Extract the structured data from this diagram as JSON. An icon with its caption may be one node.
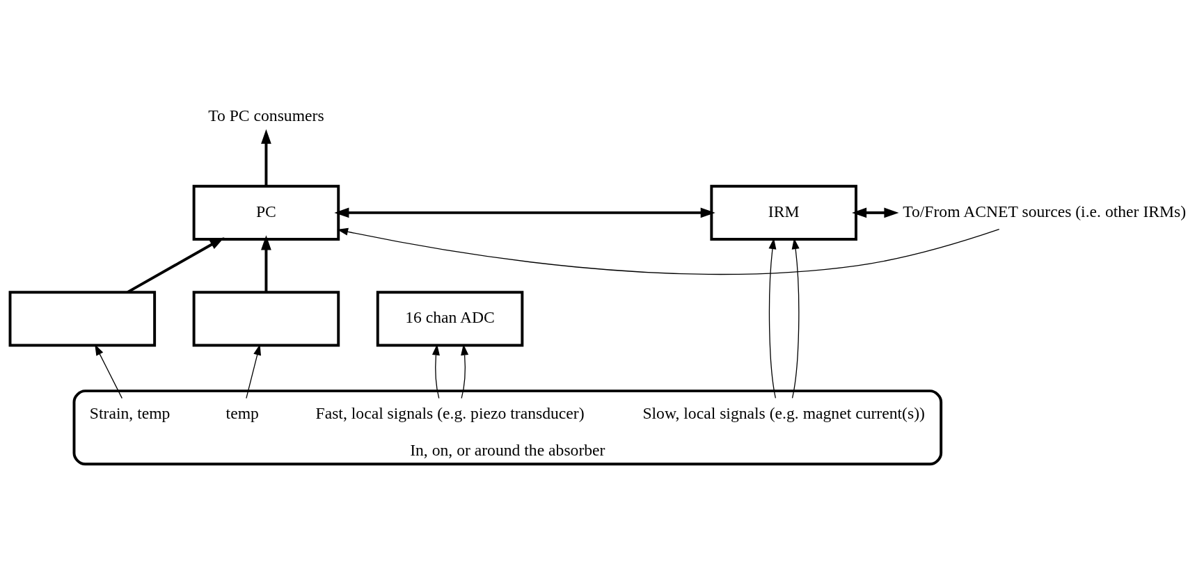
{
  "diagram": {
    "nodes": [
      {
        "text": [
          "In, on, or around the absorber"
        ]
      },
      {
        "text": [],
        "shape": "box"
      },
      {
        "text": [],
        "shape": "box"
      },
      {
        "text": [
          "PC"
        ]
      },
      {
        "text": [
          "16 chan ADC"
        ]
      },
      {
        "text": [
          "IRM"
        ]
      },
      {
        "text": [
          "To PC consumers"
        ]
      },
      {
        "text": [
          "To/From ACNET sources (i.e. other IRMs)"
        ]
      },
      {
        "text": [
          "Strain, temp"
        ],
        "in": 0
      },
      {
        "text": [
          "temp"
        ],
        "in": 0
      },
      {
        "text": [
          "Fast, local signals (e.g. piezo transducer)"
        ],
        "in": 0
      },
      {
        "text": [
          "Slow, local signals (e.g. magnet current(s))"
        ],
        "in": 0
      }
    ],
    "edges": [
      {
        "from": 1,
        "to": 3,
        "arrow": "to",
        "style": "thick"
      },
      {
        "from": 2,
        "to": 3,
        "arrow": "to",
        "style": "thick"
      },
      {
        "from": 3,
        "to": 6,
        "arrow": "to",
        "style": "thick"
      },
      {
        "from": 3,
        "to": 5,
        "arrow": "both",
        "style": "thick"
      },
      {
        "from": 5,
        "to": 7,
        "arrow": "both",
        "style": "thick"
      },
      {
        "from": 7,
        "to": 3,
        "arrow": "to"
      },
      {
        "from": 8,
        "to": 1,
        "arrow": "to"
      },
      {
        "from": 9,
        "to": 2,
        "arrow": "to"
      },
      {
        "from": 10,
        "to": 4,
        "arrow": "to"
      },
      {
        "from": 10,
        "to": 4,
        "arrow": "to"
      },
      {
        "from": 11,
        "to": 5,
        "arrow": "to"
      },
      {
        "from": 11,
        "to": 5,
        "arrow": "to"
      }
    ]
  }
}
